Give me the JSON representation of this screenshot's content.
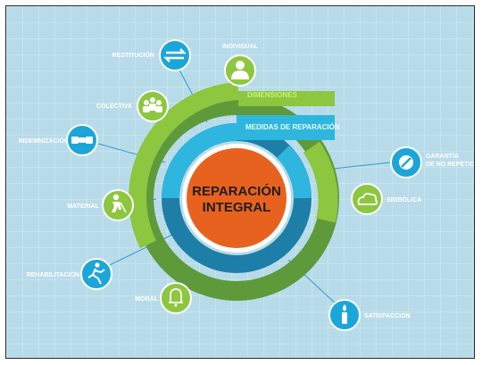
{
  "diagram": {
    "center_line1": "REPARACIÓN",
    "center_line2": "INTEGRAL",
    "ring_labels": {
      "outer": "DIMENSIONES",
      "inner": "MEDIDAS DE REPARACIÓN"
    },
    "items": {
      "restitucion": "RESTITUCIÓN",
      "individual": "INDIVIDUAL",
      "colectiva": "COLECTIVA",
      "indemnizacion": "INDEMNIZACIÓN",
      "garantia_line1": "GARANTÍA",
      "garantia_line2": "DE NO REPETICIÓN",
      "simbolica": "SIMBÓLICA",
      "material": "MATERIAL",
      "rehabilitacion": "REHABILITACIÓN",
      "moral": "MORAL",
      "satisfaccion": "SATISFACCIÓN"
    },
    "colors": {
      "background": "#b8dbe9",
      "grid": "#d4ebf4",
      "green_outer": "#8dc63f",
      "green_dark": "#5e9a3a",
      "blue_light": "#2fb6de",
      "blue_dark": "#1d7fa8",
      "center": "#e8621f"
    },
    "icons": {
      "restitucion": "arrows-exchange-icon",
      "individual": "person-icon",
      "colectiva": "group-icon",
      "indemnizacion": "handshake-icon",
      "garantia": "no-entry-icon",
      "simbolica": "cloud-icon",
      "material": "worker-icon",
      "rehabilitacion": "running-person-icon",
      "moral": "bell-icon",
      "satisfaccion": "candle-icon"
    }
  }
}
